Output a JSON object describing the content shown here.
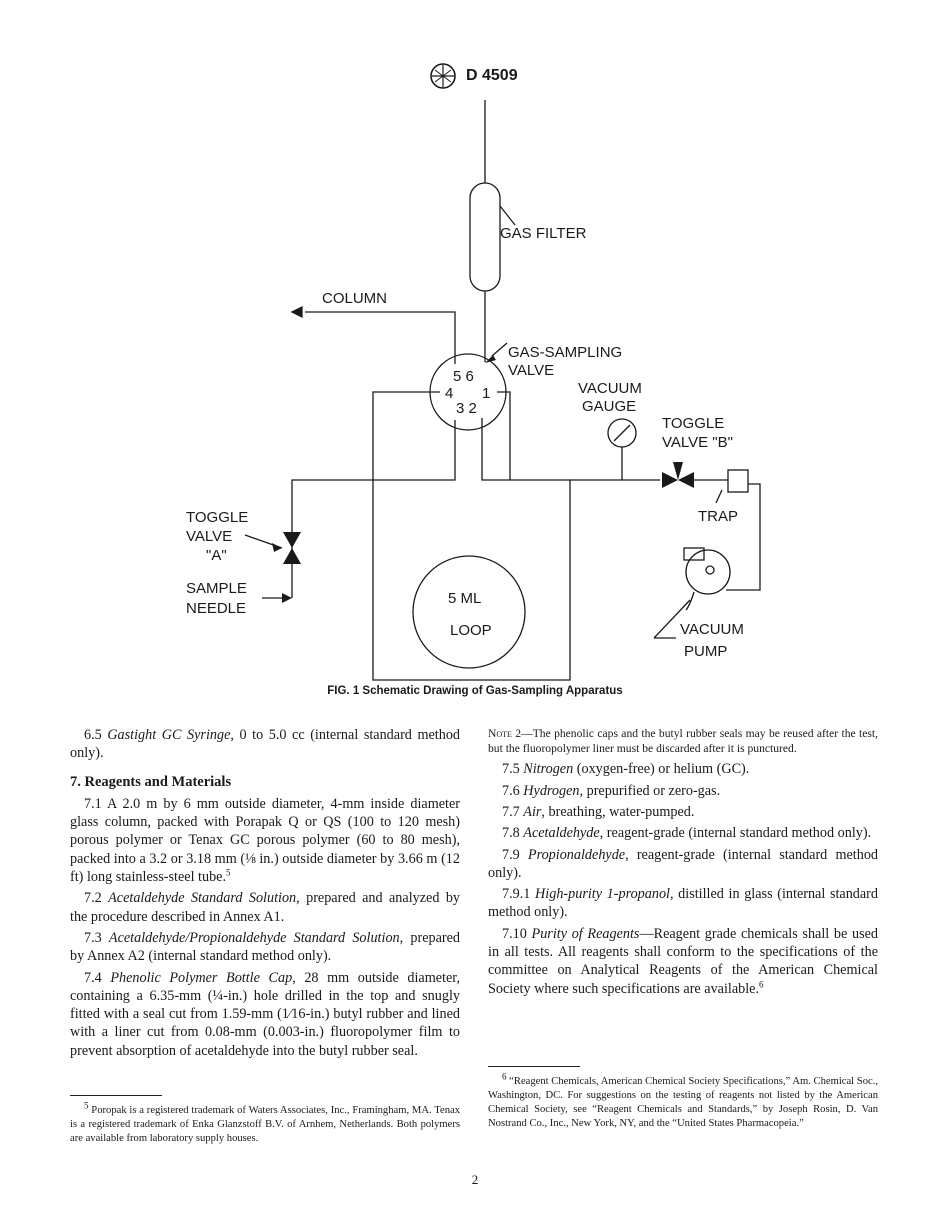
{
  "header": {
    "designation": "D 4509"
  },
  "figure": {
    "caption": "FIG. 1 Schematic Drawing of Gas-Sampling Apparatus",
    "labels": {
      "gas_filter": "GAS  FILTER",
      "column": "COLUMN",
      "gas_sampling_valve_1": "GAS-SAMPLING",
      "gas_sampling_valve_2": "VALVE",
      "port_top": "5 6",
      "port_4": "4",
      "port_1": "1",
      "port_bottom": "3 2",
      "vacuum_gauge_1": "VACUUM",
      "vacuum_gauge_2": "GAUGE",
      "toggle_b_1": "TOGGLE",
      "toggle_b_2": "VALVE \"B\"",
      "trap": "TRAP",
      "toggle_a_1": "TOGGLE",
      "toggle_a_2": "VALVE",
      "toggle_a_3": "\"A\"",
      "sample_needle_1": "SAMPLE",
      "sample_needle_2": "NEEDLE",
      "loop_1": "5 ML",
      "loop_2": "LOOP",
      "vacuum_pump_1": "VACUUM",
      "vacuum_pump_2": "PUMP"
    }
  },
  "left_column": {
    "p65_num": "6.5 ",
    "p65_title": "Gastight GC Syringe",
    "p65_text": ", 0 to 5.0 cc (internal standard method only).",
    "section_heading": "7. Reagents and Materials",
    "p71": "7.1 A 2.0 m by 6 mm outside diameter, 4-mm inside diameter glass column, packed with Porapak Q or QS (100 to 120 mesh) porous polymer or Tenax GC porous polymer (60 to 80 mesh), packed into a 3.2 or 3.18 mm (⅛ in.) outside diameter by 3.66 m (12 ft) long stainless-steel tube.",
    "p71_ref": "5",
    "p72_num": "7.2 ",
    "p72_title": "Acetaldehyde Standard Solution",
    "p72_text": ", prepared and analyzed by the procedure described in Annex A1.",
    "p73_num": "7.3 ",
    "p73_title": "Acetaldehyde/Propionaldehyde Standard Solution",
    "p73_text": ", prepared by Annex A2 (internal standard method only).",
    "p74_num": "7.4 ",
    "p74_title": "Phenolic Polymer Bottle Cap",
    "p74_text": ", 28 mm outside diameter, containing a 6.35-mm (¼-in.) hole drilled in the top and snugly fitted with a seal cut from 1.59-mm (1⁄16-in.) butyl rubber and lined with a liner cut from 0.08-mm (0.003-in.) fluoropolymer film to prevent absorption of acetaldehyde into the butyl rubber seal."
  },
  "right_column": {
    "note_label": "Note",
    "note_text": " 2—The phenolic caps and the butyl rubber seals may be reused after the test, but the fluoropolymer liner must be discarded after it is punctured.",
    "p75_num": "7.5 ",
    "p75_title": "Nitrogen",
    "p75_text": " (oxygen-free) or helium (GC).",
    "p76_num": "7.6 ",
    "p76_title": "Hydrogen",
    "p76_text": ", prepurified or zero-gas.",
    "p77_num": "7.7 ",
    "p77_title": "Air",
    "p77_text": ", breathing, water-pumped.",
    "p78_num": "7.8 ",
    "p78_title": "Acetaldehyde",
    "p78_text": ", reagent-grade (internal standard method only).",
    "p79_num": "7.9 ",
    "p79_title": "Propionaldehyde",
    "p79_text": ", reagent-grade (internal standard method only).",
    "p791_num": "7.9.1 ",
    "p791_title": "High-purity 1-propanol",
    "p791_text": ", distilled in glass (internal standard method only).",
    "p710_num": "7.10 ",
    "p710_title": "Purity of Reagents",
    "p710_text": "—Reagent grade chemicals shall be used in all tests. All reagents shall conform to the specifications of the committee on Analytical Reagents of the American Chemical Society where such specifications are available.",
    "p710_ref": "6"
  },
  "footnotes": {
    "fn5_mark": "5",
    "fn5_text": " Poropak is a registered trademark of Waters Associates, Inc., Framingham, MA. Tenax is a registered trademark of Enka Glanzstoff B.V. of Arnhem, Netherlands. Both polymers are available from laboratory supply houses.",
    "fn6_mark": "6",
    "fn6_text": " “Reagent Chemicals, American Chemical Society Specifications,” Am. Chemical Soc., Washington, DC. For suggestions on the testing of reagents not listed by the American Chemical Society, see “Reagent Chemicals and Standards,” by Joseph Rosin, D. Van Nostrand Co., Inc., New York, NY, and the “United States Pharmacopeia.”"
  },
  "page_number": "2"
}
